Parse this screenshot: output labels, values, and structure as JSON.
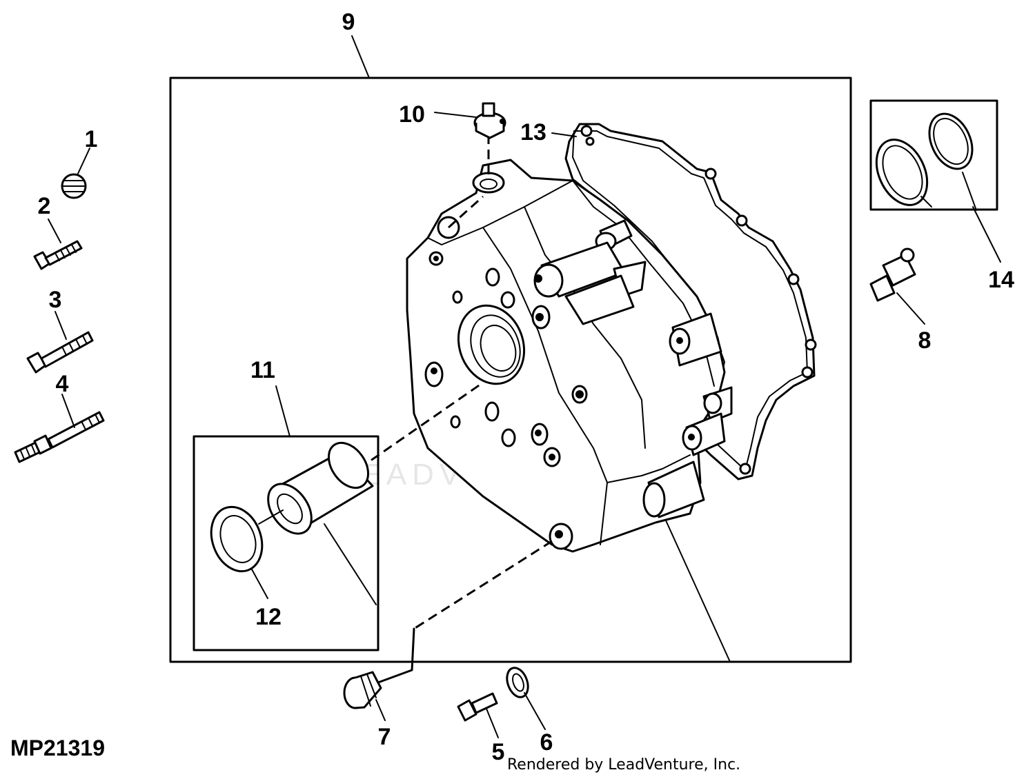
{
  "figure_id": "MP21319",
  "credit": "Rendered by LeadVenture, Inc.",
  "watermark": "LEADVENTURE",
  "callouts": {
    "c1": "1",
    "c2": "2",
    "c3": "3",
    "c4": "4",
    "c5": "5",
    "c6": "6",
    "c7": "7",
    "c8": "8",
    "c9": "9",
    "c10": "10",
    "c11": "11",
    "c12": "12",
    "c13": "13",
    "c14": "14"
  },
  "colors": {
    "ink": "#000000",
    "background": "#ffffff",
    "watermark": "#e6e6e6"
  }
}
